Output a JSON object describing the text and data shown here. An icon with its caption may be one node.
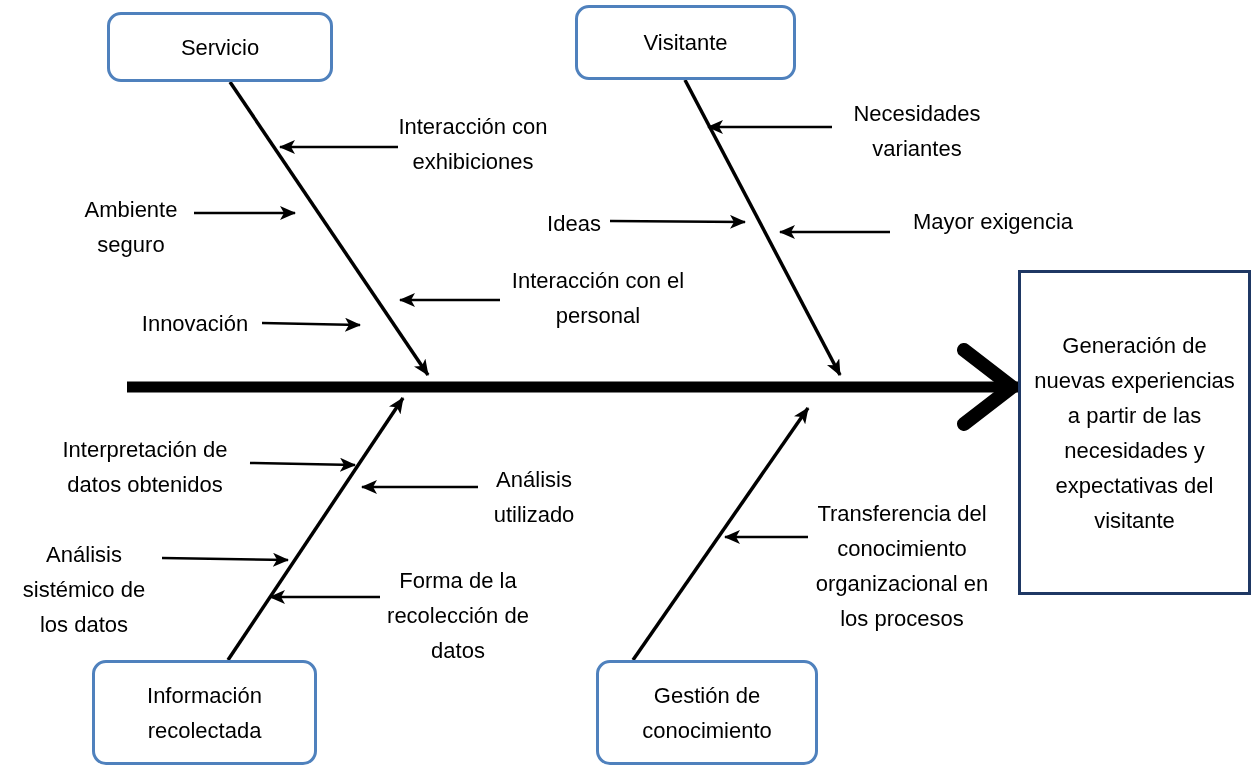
{
  "diagram": {
    "nodes": [
      {
        "text": [
          "Servicio"
        ]
      },
      {
        "text": [
          "Visitante"
        ]
      },
      {
        "text": [
          "Información recolectada"
        ]
      },
      {
        "text": [
          "Gestión de conocimiento"
        ]
      },
      {
        "text": [
          "Generación de nuevas experiencias a partir de las necesidades y expectativas del visitante"
        ]
      },
      {
        "text": [
          "Interacción con exhibiciones"
        ]
      },
      {
        "text": [
          "Ambiente seguro"
        ]
      },
      {
        "text": [
          "Innovación"
        ]
      },
      {
        "text": [
          "Interacción con el personal"
        ]
      },
      {
        "text": [
          "Necesidades variantes"
        ]
      },
      {
        "text": [
          "Ideas"
        ]
      },
      {
        "text": [
          "Mayor exigencia"
        ]
      },
      {
        "text": [
          "Interpretación de datos obtenidos"
        ]
      },
      {
        "text": [
          "Análisis utilizado"
        ]
      },
      {
        "text": [
          "Análisis sistémico de los datos"
        ]
      },
      {
        "text": [
          "Forma de la recolección de datos"
        ]
      },
      {
        "text": [
          "Transferencia del conocimiento organizacional en los procesos"
        ]
      }
    ],
    "edges": [
      {
        "from": null,
        "to": 4,
        "arrow": "to",
        "style": "thick"
      },
      {
        "from": 0,
        "to": null,
        "arrow": "to"
      },
      {
        "from": 1,
        "to": null,
        "arrow": "to"
      },
      {
        "from": 2,
        "to": null,
        "arrow": "to"
      },
      {
        "from": 3,
        "to": null,
        "arrow": "to"
      },
      {
        "from": 5,
        "to": null,
        "arrow": "to"
      },
      {
        "from": 6,
        "to": null,
        "arrow": "to"
      },
      {
        "from": 7,
        "to": null,
        "arrow": "to"
      },
      {
        "from": 8,
        "to": null,
        "arrow": "to"
      },
      {
        "from": 9,
        "to": null,
        "arrow": "to"
      },
      {
        "from": 10,
        "to": null,
        "arrow": "to"
      },
      {
        "from": 11,
        "to": null,
        "arrow": "to"
      },
      {
        "from": 12,
        "to": null,
        "arrow": "to"
      },
      {
        "from": 13,
        "to": null,
        "arrow": "to"
      },
      {
        "from": 14,
        "to": null,
        "arrow": "to"
      },
      {
        "from": 15,
        "to": null,
        "arrow": "to"
      },
      {
        "from": 16,
        "to": null,
        "arrow": "to"
      }
    ]
  }
}
